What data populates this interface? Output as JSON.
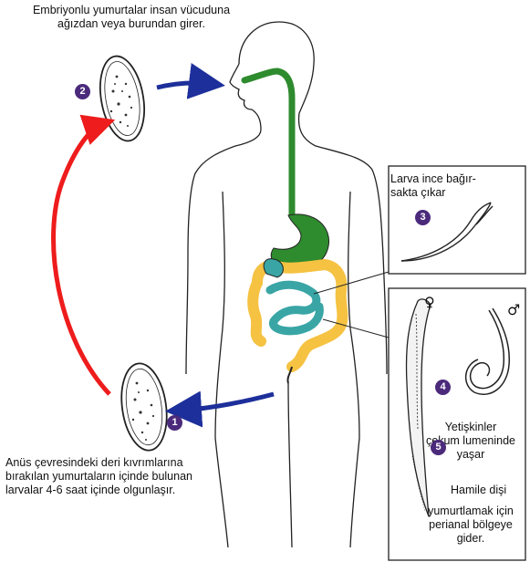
{
  "colors": {
    "badge": "#4b2a7b",
    "arrow_blue": "#1d2f9a",
    "arrow_red": "#ee1c1c",
    "esophagus_green": "#2e8b2e",
    "colon_yellow": "#f5c242",
    "small_intestine_teal": "#3aa5a5"
  },
  "captions": {
    "top": "Embriyonlu yumurtalar insan vücuduna\nağızdan veya burundan girer.",
    "bottom": "Anüs çevresindeki deri kıvrımlarına\nbırakılan  yumurtaların içinde bulunan\nlarvalar 4-6 saat içinde olgunlaşır.",
    "larva": "Larva ince bağır-\nsakta çıkar",
    "adults": "Yetişkinler\nçekum lumeninde\nyaşar",
    "female": "Hamile dişi",
    "lay": "yumurtlamak için\nperianal bölgeye\ngider."
  },
  "steps": [
    "1",
    "2",
    "3",
    "4",
    "5"
  ],
  "symbols": {
    "female": "♀",
    "male": "♂"
  }
}
